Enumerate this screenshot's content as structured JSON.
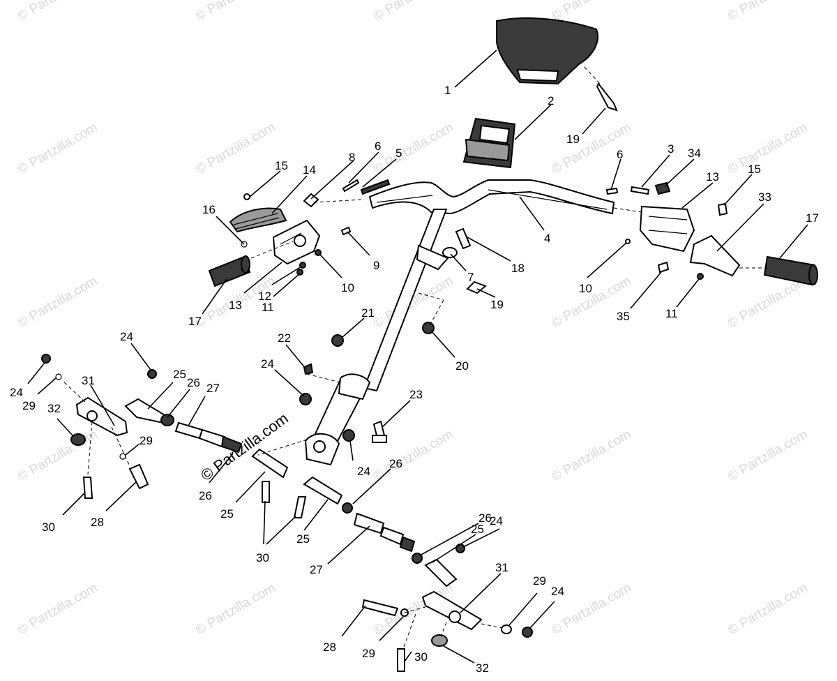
{
  "watermark": {
    "text": "© Partzilla.com",
    "center_text": "© Partzilla.com"
  },
  "callouts": [
    {
      "id": "c1",
      "text": "1"
    },
    {
      "id": "c2",
      "text": "2"
    },
    {
      "id": "c19a",
      "text": "19"
    },
    {
      "id": "c6a",
      "text": "6"
    },
    {
      "id": "c5",
      "text": "5"
    },
    {
      "id": "c8",
      "text": "8"
    },
    {
      "id": "c15a",
      "text": "15"
    },
    {
      "id": "c14",
      "text": "14"
    },
    {
      "id": "c16",
      "text": "16"
    },
    {
      "id": "c9",
      "text": "9"
    },
    {
      "id": "c10a",
      "text": "10"
    },
    {
      "id": "c12",
      "text": "12"
    },
    {
      "id": "c11a",
      "text": "11"
    },
    {
      "id": "c13a",
      "text": "13"
    },
    {
      "id": "c17a",
      "text": "17"
    },
    {
      "id": "c4",
      "text": "4"
    },
    {
      "id": "c18",
      "text": "18"
    },
    {
      "id": "c7",
      "text": "7"
    },
    {
      "id": "c19b",
      "text": "19"
    },
    {
      "id": "c6b",
      "text": "6"
    },
    {
      "id": "c3",
      "text": "3"
    },
    {
      "id": "c34",
      "text": "34"
    },
    {
      "id": "c13b",
      "text": "13"
    },
    {
      "id": "c15b",
      "text": "15"
    },
    {
      "id": "c33",
      "text": "33"
    },
    {
      "id": "c17b",
      "text": "17"
    },
    {
      "id": "c10b",
      "text": "10"
    },
    {
      "id": "c35",
      "text": "35"
    },
    {
      "id": "c11b",
      "text": "11"
    },
    {
      "id": "c21",
      "text": "21"
    },
    {
      "id": "c22",
      "text": "22"
    },
    {
      "id": "c20",
      "text": "20"
    },
    {
      "id": "c24a",
      "text": "24"
    },
    {
      "id": "c24b",
      "text": "24"
    },
    {
      "id": "c24c",
      "text": "24"
    },
    {
      "id": "c29a",
      "text": "29"
    },
    {
      "id": "c31a",
      "text": "31"
    },
    {
      "id": "c32a",
      "text": "32"
    },
    {
      "id": "c25a",
      "text": "25"
    },
    {
      "id": "c26a",
      "text": "26"
    },
    {
      "id": "c27a",
      "text": "27"
    },
    {
      "id": "c23",
      "text": "23"
    },
    {
      "id": "c24d",
      "text": "24"
    },
    {
      "id": "c29b",
      "text": "29"
    },
    {
      "id": "c30a",
      "text": "30"
    },
    {
      "id": "c28a",
      "text": "28"
    },
    {
      "id": "c26b",
      "text": "26"
    },
    {
      "id": "c25b",
      "text": "25"
    },
    {
      "id": "c26c",
      "text": "26"
    },
    {
      "id": "c25c",
      "text": "25"
    },
    {
      "id": "c30b",
      "text": "30"
    },
    {
      "id": "c27b",
      "text": "27"
    },
    {
      "id": "c26d",
      "text": "26"
    },
    {
      "id": "c25d",
      "text": "25"
    },
    {
      "id": "c24e",
      "text": "24"
    },
    {
      "id": "c31b",
      "text": "31"
    },
    {
      "id": "c29c",
      "text": "29"
    },
    {
      "id": "c24f",
      "text": "24"
    },
    {
      "id": "c28b",
      "text": "28"
    },
    {
      "id": "c29d",
      "text": "29"
    },
    {
      "id": "c30c",
      "text": "30"
    },
    {
      "id": "c32b",
      "text": "32"
    }
  ]
}
